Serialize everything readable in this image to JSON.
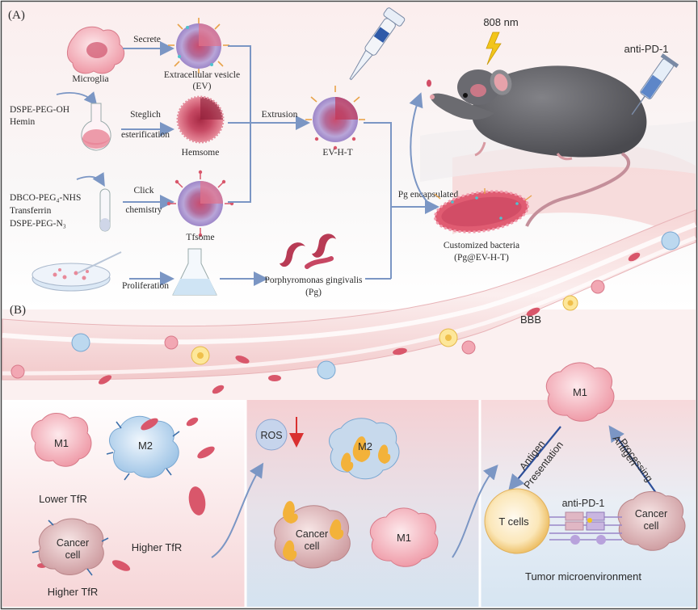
{
  "panel_a": {
    "label": "(A)",
    "microglia": "Microglia",
    "secrete": "Secrete",
    "ev_line1": "Extracellular vesicle",
    "ev_line2": "(EV)",
    "reagents1_line1": "DSPE-PEG-OH",
    "reagents1_line2": "Hemin",
    "steglich_line1": "Steglich",
    "steglich_line2": "esterification",
    "hemsome": "Hemsome",
    "extrusion": "Extrusion",
    "evht": "EV-H-T",
    "reagents2_line1": "DBCO-PEG₄-NHS",
    "reagents2_line2": "Transferrin",
    "reagents2_line3": "DSPE-PEG-N₃",
    "click_line1": "Click",
    "click_line2": "chemistry",
    "tfsome": "Tfsome",
    "proliferation": "Proliferation",
    "pg_line1": "Porphyromonas gingivalis",
    "pg_line2": "(Pg)",
    "pg_encapsulated": "Pg encapsulated",
    "custom_line1": "Customized bacteria",
    "custom_line2": "(Pg@EV-H-T)",
    "laser": "808 nm",
    "antipd1_top": "anti-PD-1"
  },
  "panel_b": {
    "label": "(B)",
    "bbb": "BBB",
    "m1_left": "M1",
    "m2_left": "M2",
    "lower_tfr": "Lower TfR",
    "cancer_cell_left_line1": "Cancer",
    "cancer_cell_left_line2": "cell",
    "higher_tfr_right": "Higher TfR",
    "higher_tfr_bottom": "Higher TfR",
    "ros": "ROS",
    "m2_mid": "M2",
    "cancer_mid_line1": "Cancer",
    "cancer_mid_line2": "cell",
    "m1_mid": "M1",
    "m1_right": "M1",
    "antigen_presentation_line1": "Antigen",
    "antigen_presentation_line2": "Presentation",
    "antigen_processing_line1": "Antigen",
    "antigen_processing_line2": "Processing",
    "antipd1_bottom": "anti-PD-1",
    "tcells": "T cells",
    "cancer_right_line1": "Cancer",
    "cancer_right_line2": "cell",
    "tme": "Tumor microenvironment"
  },
  "colors": {
    "arrow": "#7b96c4",
    "pink_bg": "#f6d3d3",
    "blue_bg": "#dbe8f3",
    "m1": "#f4aab4",
    "m2": "#bcd8ef",
    "cancer": "#e9c3c5",
    "ev": "#b9a3d8",
    "bacteria": "#d9576b",
    "mouse": "#5f5f63",
    "tcell": "#f6dfa2"
  },
  "icons": [
    "pipette-icon",
    "lightning-icon",
    "syringe-icon",
    "flask-icon",
    "tube-icon",
    "petri-dish-icon",
    "erlenmeyer-flask-icon",
    "fire-icon",
    "red-down-arrow-icon"
  ]
}
